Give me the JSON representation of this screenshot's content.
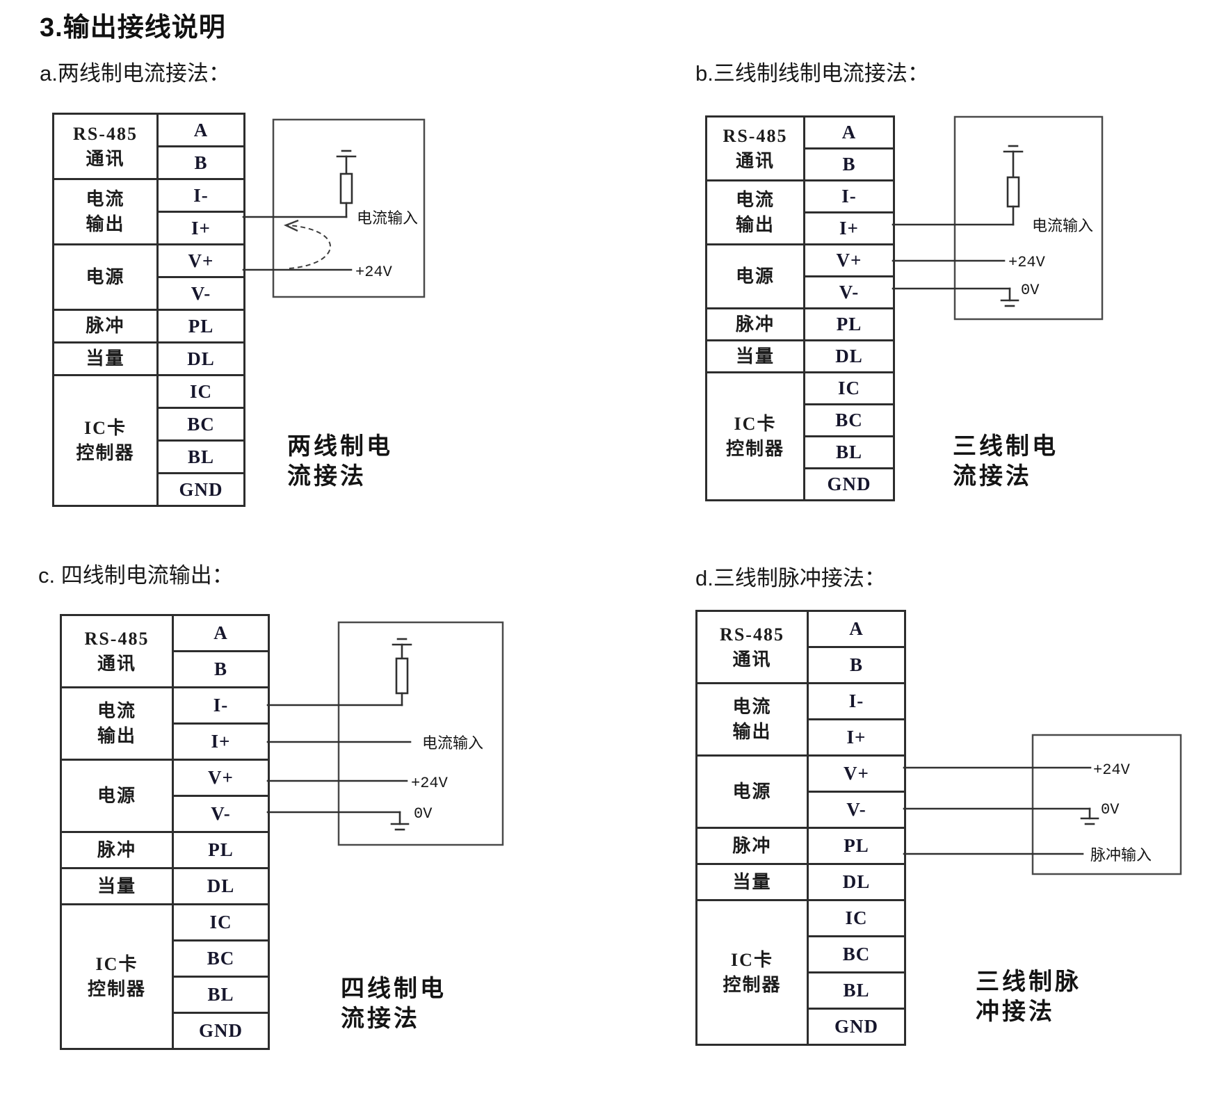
{
  "title": "3.输出接线说明",
  "colors": {
    "background": "#ffffff",
    "ink": "#1a1a1a"
  },
  "terminal_table": {
    "groups": [
      {
        "label": [
          "RS-485",
          "通讯"
        ],
        "pins": [
          "A",
          "B"
        ]
      },
      {
        "label": [
          "电流",
          "输出"
        ],
        "pins": [
          "I-",
          "I+"
        ]
      },
      {
        "label": [
          "电源"
        ],
        "pins": [
          "V+",
          "V-"
        ]
      },
      {
        "label": [
          "脉冲"
        ],
        "pins": [
          "PL"
        ]
      },
      {
        "label": [
          "当量"
        ],
        "pins": [
          "DL"
        ]
      },
      {
        "label": [
          "IC卡",
          "控制器"
        ],
        "pins": [
          "IC",
          "BC",
          "BL",
          "GND"
        ]
      }
    ]
  },
  "sections": {
    "a": {
      "heading": "a.两线制电流接法：",
      "caption": [
        "两线制电",
        "流接法"
      ],
      "labels": {
        "current_input": "电流输入",
        "v24": "+24V"
      }
    },
    "b": {
      "heading": "b.三线制线制电流接法：",
      "caption": [
        "三线制电",
        "流接法"
      ],
      "labels": {
        "current_input": "电流输入",
        "v24": "+24V",
        "v0": "0V"
      }
    },
    "c": {
      "heading": "c. 四线制电流输出：",
      "caption": [
        "四线制电",
        "流接法"
      ],
      "labels": {
        "current_input": "电流输入",
        "v24": "+24V",
        "v0": "0V"
      }
    },
    "d": {
      "heading": "d.三线制脉冲接法：",
      "caption": [
        "三线制脉",
        "冲接法"
      ],
      "labels": {
        "v24": "+24V",
        "v0": "0V",
        "pulse_input": "脉冲输入"
      }
    }
  }
}
